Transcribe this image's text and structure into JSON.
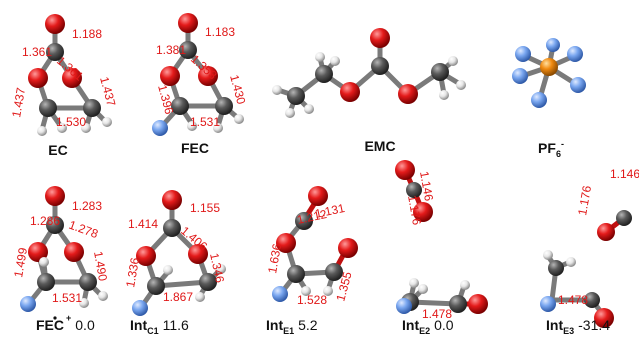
{
  "molecules": {
    "ec": {
      "name": "EC",
      "bonds": [
        "1.188",
        "1.361",
        "1.361",
        "1.437",
        "1.437",
        "1.530"
      ]
    },
    "fec": {
      "name": "FEC",
      "bonds": [
        "1.183",
        "1.381",
        "1.353",
        "1.396",
        "1.430",
        "1.531"
      ]
    },
    "emc": {
      "name": "EMC"
    },
    "pf6": {
      "name": "PF",
      "sub": "6",
      "sup": "-"
    },
    "fec_rad": {
      "name": "FEC",
      "sup": "+",
      "energy": "0.0",
      "bonds": [
        "1.283",
        "1.286",
        "1.278",
        "1.499",
        "1.490",
        "1.531"
      ]
    },
    "int_c1": {
      "name": "Int",
      "sub": "C1",
      "energy": "11.6",
      "bonds": [
        "1.155",
        "1.414",
        "1.406",
        "1.336",
        "1.346",
        "1.867"
      ]
    },
    "int_e1": {
      "name": "Int",
      "sub": "E1",
      "energy": "5.2",
      "bonds": [
        "1.131",
        "1.212",
        "1.636",
        "1.528",
        "1.355"
      ]
    },
    "int_e2": {
      "name": "Int",
      "sub": "E2",
      "energy": "0.0",
      "bonds": [
        "1.146",
        "1.176",
        "1.478"
      ]
    },
    "int_e3": {
      "name": "Int",
      "sub": "E3",
      "energy": "-31.4",
      "bonds": [
        "1.146",
        "1.176",
        "1.478"
      ]
    }
  },
  "colors": {
    "oxygen": "#e41b1b",
    "carbon": "#5a5a5a",
    "hydrogen": "#e6e6e6",
    "fluorine": "#7aa7f0",
    "phosphorus": "#f08a10",
    "label": "#e01818"
  }
}
